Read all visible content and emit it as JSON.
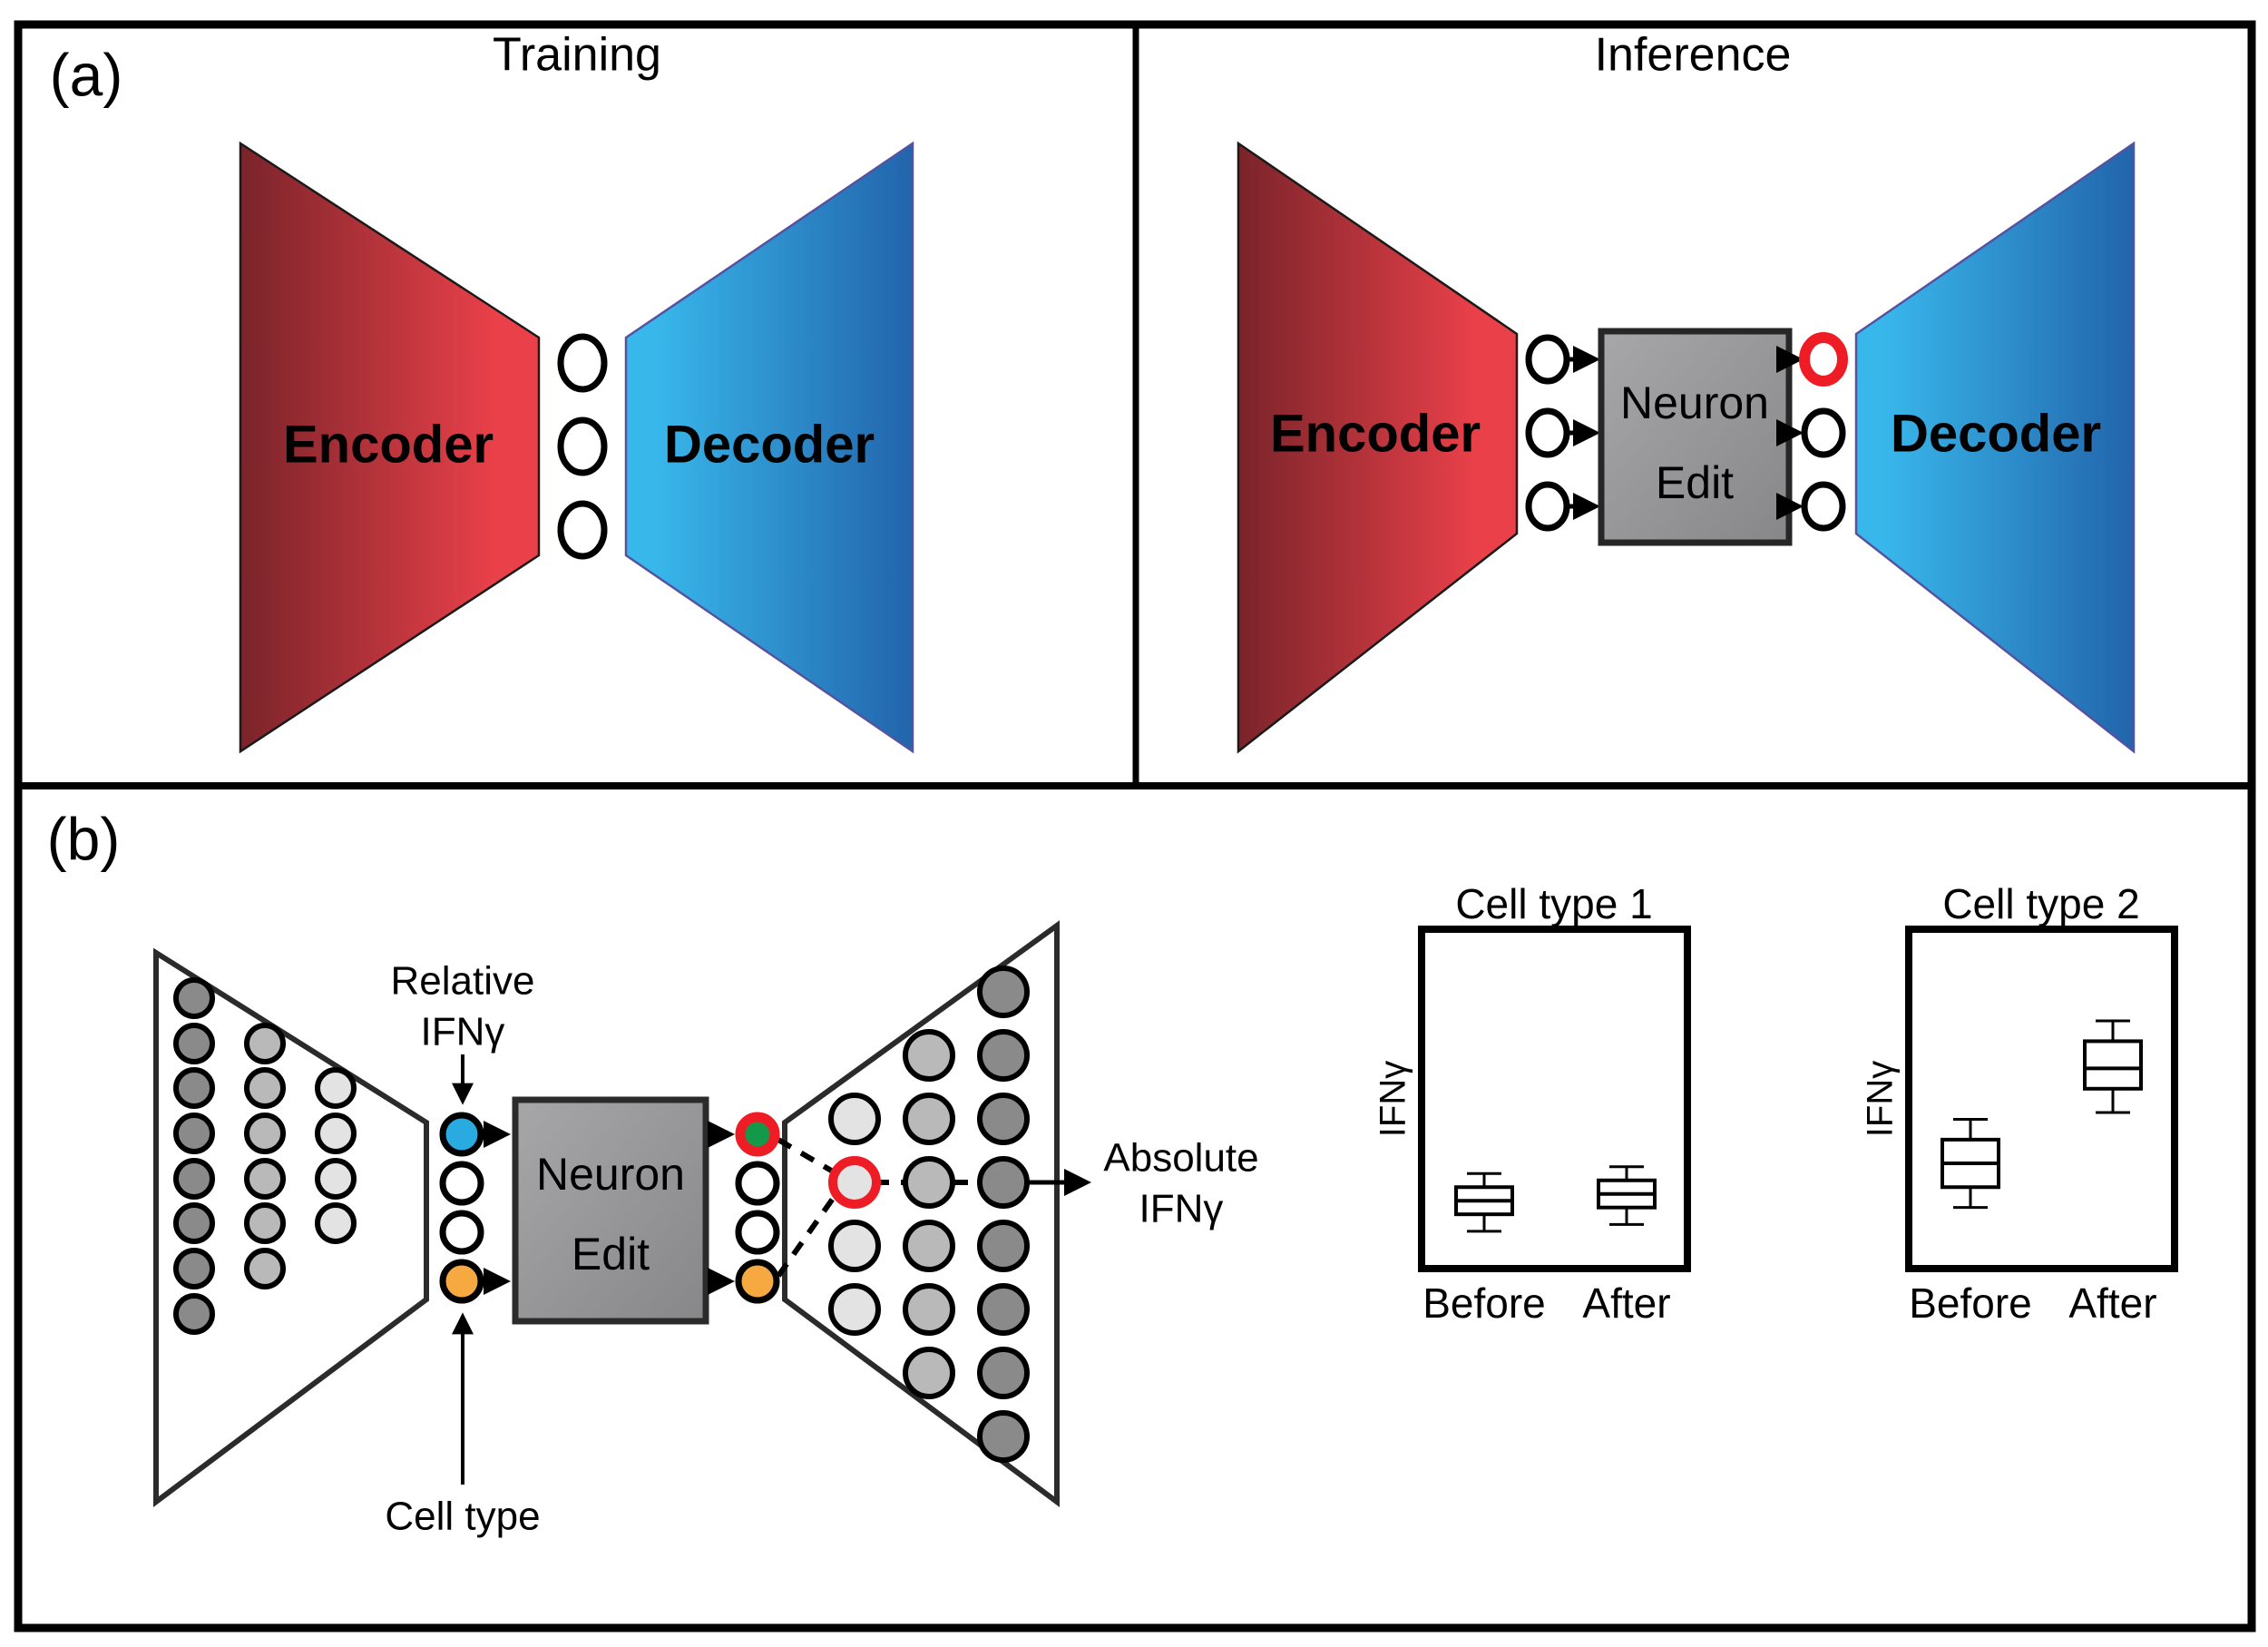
{
  "colors": {
    "encoder_dark": "#7a242a",
    "encoder_red": "#e94049",
    "decoder_light": "#38b7eb",
    "decoder_blue": "#2264ab",
    "box_gray_light": "#a7a7a9",
    "box_gray_dark": "#878789",
    "neuron_dark": "#8a8a8a",
    "neuron_medium": "#b9b9b9",
    "neuron_light": "#e3e3e3",
    "blue": "#29abe2",
    "orange": "#f7a941",
    "green": "#14994a",
    "red": "#ee1c25",
    "outline": "#000000"
  },
  "panel_a": {
    "label": "(a)",
    "training": {
      "title": "Training",
      "encoder_label": "Encoder",
      "decoder_label": "Decoder",
      "latent_neurons": [
        {
          "fill": "white"
        },
        {
          "fill": "white"
        },
        {
          "fill": "white"
        }
      ]
    },
    "inference": {
      "title": "Inference",
      "encoder_label": "Encoder",
      "decoder_label": "Decoder",
      "neuron_edit_line1": "Neuron",
      "neuron_edit_line2": "Edit",
      "input_neurons": [
        {
          "fill": "white"
        },
        {
          "fill": "white"
        },
        {
          "fill": "white"
        }
      ],
      "output_neurons": [
        {
          "fill": "white",
          "ring": "red"
        },
        {
          "fill": "white"
        },
        {
          "fill": "white"
        }
      ]
    }
  },
  "panel_b": {
    "label": "(b)",
    "relative_label_line1": "Relative",
    "relative_label_line2": "IFNγ",
    "cell_type_label": "Cell type",
    "neuron_edit_line1": "Neuron",
    "neuron_edit_line2": "Edit",
    "absolute_label_line1": "Absolute",
    "absolute_label_line2": "IFNγ",
    "encoder_columns": [
      {
        "count": 8,
        "shade": "dark"
      },
      {
        "count": 6,
        "shade": "medium"
      },
      {
        "count": 4,
        "shade": "light"
      }
    ],
    "latent_input": [
      {
        "fill": "blue"
      },
      {
        "fill": "white"
      },
      {
        "fill": "white"
      },
      {
        "fill": "orange"
      }
    ],
    "latent_output": [
      {
        "fill": "green",
        "ring": "red"
      },
      {
        "fill": "white"
      },
      {
        "fill": "white"
      },
      {
        "fill": "orange"
      }
    ],
    "decoder_columns": [
      {
        "count": 4,
        "shade": "light",
        "highlight": {
          "index": 1,
          "ring": "red"
        }
      },
      {
        "count": 6,
        "shade": "medium"
      },
      {
        "count": 8,
        "shade": "dark"
      }
    ]
  },
  "chart_data": [
    {
      "type": "boxplot",
      "title": "Cell type 1",
      "ylabel": "IFNγ",
      "categories": [
        "Before",
        "After"
      ],
      "y_units": "relative (0-1 of axis height, axis unlabeled)",
      "series": [
        {
          "category": "Before",
          "whisker_low": 0.11,
          "q1": 0.16,
          "median": 0.2,
          "q3": 0.24,
          "whisker_high": 0.28
        },
        {
          "category": "After",
          "whisker_low": 0.13,
          "q1": 0.18,
          "median": 0.22,
          "q3": 0.26,
          "whisker_high": 0.3
        }
      ]
    },
    {
      "type": "boxplot",
      "title": "Cell type 2",
      "ylabel": "IFNγ",
      "categories": [
        "Before",
        "After"
      ],
      "y_units": "relative (0-1 of axis height, axis unlabeled)",
      "series": [
        {
          "category": "Before",
          "whisker_low": 0.18,
          "q1": 0.24,
          "median": 0.31,
          "q3": 0.38,
          "whisker_high": 0.44
        },
        {
          "category": "After",
          "whisker_low": 0.46,
          "q1": 0.53,
          "median": 0.59,
          "q3": 0.67,
          "whisker_high": 0.73
        }
      ]
    }
  ]
}
